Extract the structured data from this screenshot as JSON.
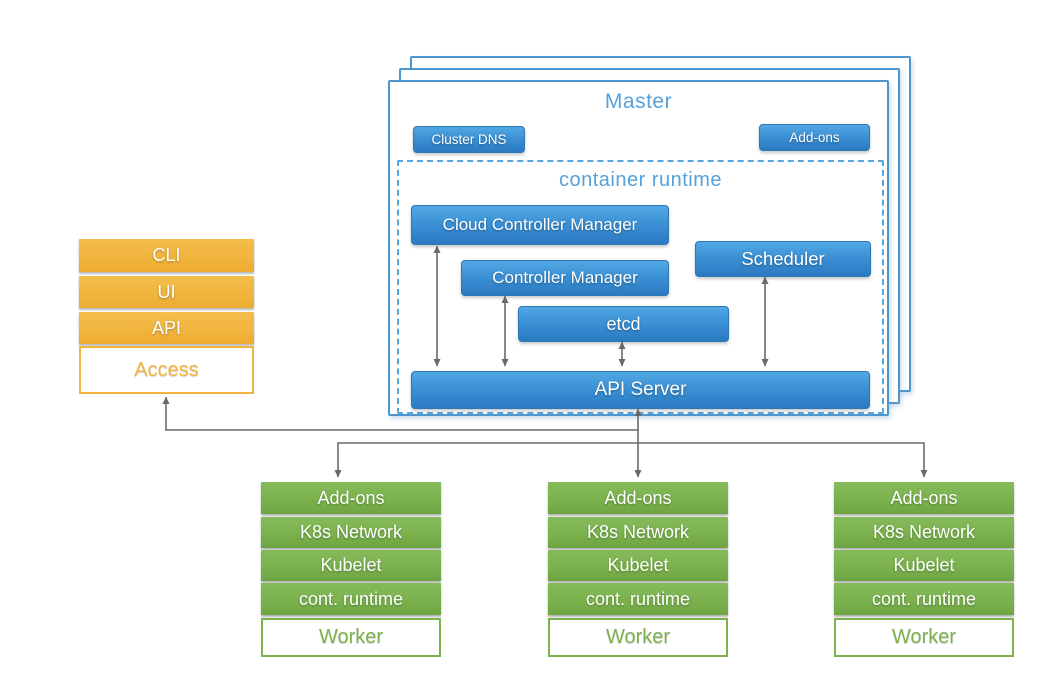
{
  "master": {
    "title": "Master",
    "cluster_dns_label": "Cluster DNS",
    "addons_label": "Add-ons",
    "container_runtime": {
      "title": "container runtime",
      "cloud_controller_manager": "Cloud Controller Manager",
      "controller_manager": "Controller Manager",
      "etcd": "etcd",
      "scheduler": "Scheduler",
      "api_server": "API Server"
    }
  },
  "access_stack": {
    "rows": [
      "CLI",
      "UI",
      "API"
    ],
    "label": "Access"
  },
  "workers": [
    {
      "rows": [
        "Add-ons",
        "K8s Network",
        "Kubelet",
        "cont. runtime"
      ],
      "label": "Worker"
    },
    {
      "rows": [
        "Add-ons",
        "K8s Network",
        "Kubelet",
        "cont. runtime"
      ],
      "label": "Worker"
    },
    {
      "rows": [
        "Add-ons",
        "K8s Network",
        "Kubelet",
        "cont. runtime"
      ],
      "label": "Worker"
    }
  ],
  "colors": {
    "blue_fill": "#2b7ac2",
    "blue_border": "#2d77b5",
    "blue_outline": "#4e96ce",
    "blue_dashed": "#58a6de",
    "blue_text": "#55a1d8",
    "orange": "#f1b53f",
    "green": "#7bb24d",
    "arrow_gray": "#6a6a6a"
  }
}
